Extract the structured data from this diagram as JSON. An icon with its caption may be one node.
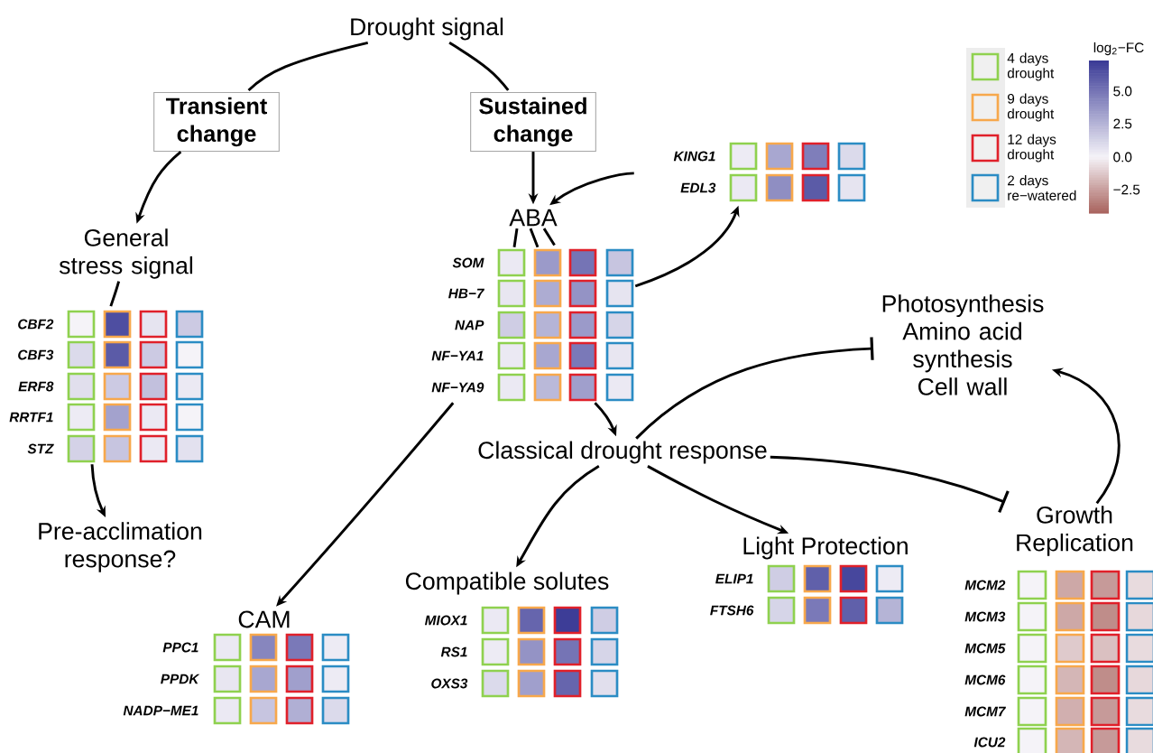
{
  "diagram": {
    "nodes": [
      {
        "text": [
          "Drought signal"
        ]
      },
      {
        "text": [
          "Transient change"
        ]
      },
      {
        "text": [
          "Sustained change"
        ]
      },
      {
        "text": [
          "General stress signal"
        ]
      },
      {
        "text": [
          "CBF2",
          "CBF3",
          "ERF8",
          "RRTF1",
          "STZ"
        ]
      },
      {
        "text": [
          "Pre-acclimation response?"
        ]
      },
      {
        "text": [
          "ABA"
        ]
      },
      {
        "text": [
          "KING1",
          "EDL3"
        ]
      },
      {
        "text": [
          "SOM",
          "HB−7",
          "NAP",
          "NF−YA1",
          "NF−YA9"
        ]
      },
      {
        "text": [
          "Photosynthesis",
          "Amino acid synthesis",
          "Cell wall"
        ]
      },
      {
        "text": [
          "Classical drought response"
        ]
      },
      {
        "text": [
          "CAM"
        ]
      },
      {
        "text": [
          "PPC1",
          "PPDK",
          "NADP−ME1"
        ]
      },
      {
        "text": [
          "Compatible solutes"
        ]
      },
      {
        "text": [
          "MIOX1",
          "RS1",
          "OXS3"
        ]
      },
      {
        "text": [
          "Light Protection"
        ]
      },
      {
        "text": [
          "ELIP1",
          "FTSH6"
        ]
      },
      {
        "text": [
          "Growth",
          "Replication"
        ]
      },
      {
        "text": [
          "MCM2",
          "MCM3",
          "MCM5",
          "MCM6",
          "MCM7",
          "ICU2"
        ]
      }
    ],
    "edges": [
      {
        "from": 0,
        "to": 1,
        "arrow": "none"
      },
      {
        "from": 0,
        "to": 2,
        "arrow": "none"
      },
      {
        "from": 1,
        "to": 3,
        "arrow": "to"
      },
      {
        "from": 3,
        "to": 4,
        "arrow": "none"
      },
      {
        "from": 2,
        "to": 6,
        "arrow": "to"
      },
      {
        "from": 7,
        "to": 6,
        "arrow": "to"
      },
      {
        "from": 6,
        "to": 8,
        "arrow": "none"
      },
      {
        "from": 8,
        "to": 7,
        "arrow": "to"
      },
      {
        "from": 8,
        "to": 10,
        "arrow": "to"
      },
      {
        "from": 8,
        "to": 11,
        "arrow": "to"
      },
      {
        "from": 10,
        "to": 9,
        "arrow": "other"
      },
      {
        "from": 10,
        "to": 17,
        "arrow": "other"
      },
      {
        "from": 17,
        "to": 9,
        "arrow": "to"
      },
      {
        "from": 10,
        "to": 13,
        "arrow": "to"
      },
      {
        "from": 10,
        "to": 15,
        "arrow": "to"
      },
      {
        "from": 4,
        "to": 5,
        "arrow": "to"
      }
    ],
    "labels": [
      "log$_{2}$−FC",
      "5.0",
      "2.5",
      "0.0",
      "−2.5"
    ],
    "legend": [
      {
        "text": "4 days drought",
        "color": "#8fd14f"
      },
      {
        "text": "9 days drought",
        "color": "#f7a84c"
      },
      {
        "text": "12 days drought",
        "color": "#e0202a"
      },
      {
        "text": "2 days re−watered",
        "color": "#2b8cc4"
      }
    ]
  }
}
